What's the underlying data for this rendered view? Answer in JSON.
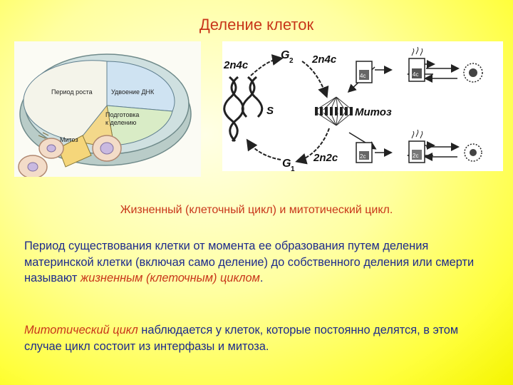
{
  "title": "Деление клеток",
  "left_figure": {
    "sector_growth": "Период роста",
    "sector_dna": "Удвоение ДНК",
    "sector_prep_line1": "Подготовка",
    "sector_prep_line2": "к делению",
    "sector_mitosis": "Митоз"
  },
  "right_figure": {
    "label_2n4c_left": "2n4c",
    "label_g2": "G",
    "label_g2_sub": "2",
    "label_2n4c_right": "2n4c",
    "label_s": "S",
    "label_mitosis": "Митоз",
    "label_g1": "G",
    "label_g1_sub": "1",
    "label_2n2c": "2n2c",
    "flask_top_1": "4c",
    "flask_top_2": "4c",
    "flask_bottom_1": "2c",
    "flask_bottom_2": "2c"
  },
  "subtitle": "Жизненный (клеточный цикл) и митотический цикл.",
  "paragraph1": {
    "text": "Период существования клетки от момента ее образования путем деления материнской клетки (включая само деление) до собственного деления или смерти называют ",
    "emphasis": "жизненным (клеточным) циклом",
    "end": "."
  },
  "paragraph2": {
    "emphasis": "Митотический цикл",
    "text": " наблюдается у клеток, которые постоянно делятся, в этом случае цикл состоит из интерфазы и митоза."
  }
}
